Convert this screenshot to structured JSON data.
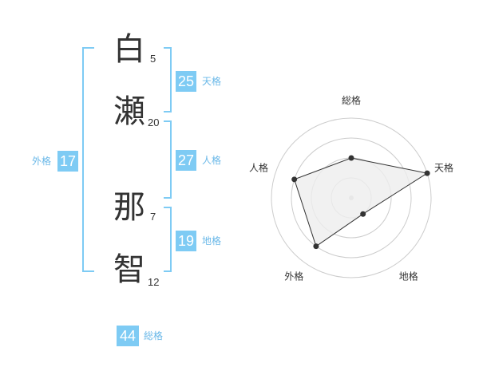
{
  "name_chars": [
    {
      "char": "白",
      "strokes": "5"
    },
    {
      "char": "瀬",
      "strokes": "20"
    },
    {
      "char": "那",
      "strokes": "7"
    },
    {
      "char": "智",
      "strokes": "12"
    }
  ],
  "fortunes": {
    "tenkaku": {
      "value": "25",
      "label": "天格"
    },
    "jinkaku": {
      "value": "27",
      "label": "人格"
    },
    "chikaku": {
      "value": "19",
      "label": "地格"
    },
    "gaikaku": {
      "value": "17",
      "label": "外格"
    },
    "soukaku": {
      "value": "44",
      "label": "総格"
    }
  },
  "chart_data": {
    "type": "radar",
    "axes": [
      "総格",
      "天格",
      "地格",
      "外格",
      "人格"
    ],
    "levels": 4,
    "max": 4,
    "values": [
      2,
      4,
      1,
      3,
      3
    ],
    "colors": {
      "line": "#333333",
      "fill": "#eeeeee",
      "grid": "#cccccc",
      "point": "#333333"
    }
  }
}
